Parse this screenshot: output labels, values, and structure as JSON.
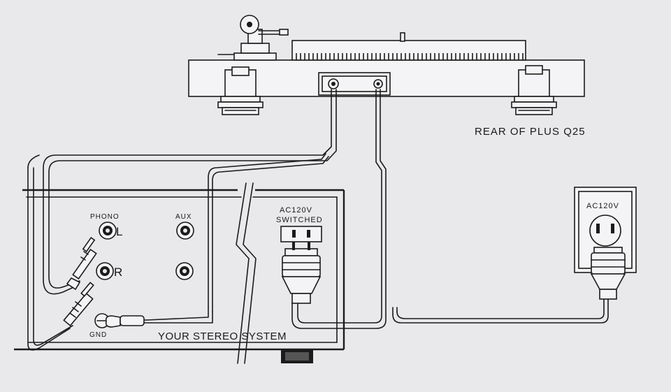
{
  "labels": {
    "rear_title": "REAR OF PLUS Q25",
    "phono": "PHONO",
    "left_channel": "L",
    "right_channel": "R",
    "aux": "AUX",
    "ac_switched_line1": "AC120V",
    "ac_switched_line2": "SWITCHED",
    "gnd": "GND",
    "stereo_system": "YOUR STEREO SYSTEM",
    "wall_outlet": "AC120V"
  },
  "colors": {
    "paper": "#e9e9ec",
    "ink": "#1b1b1b"
  }
}
